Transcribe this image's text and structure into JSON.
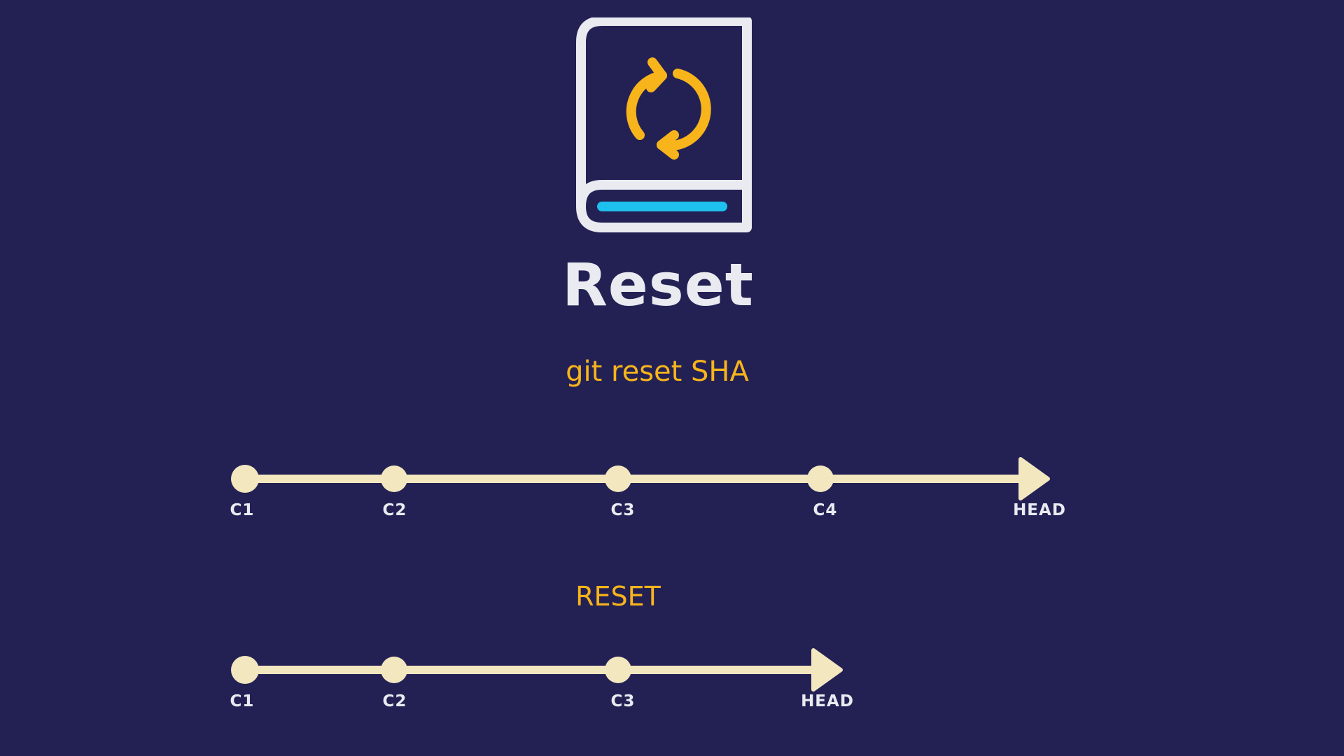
{
  "title": "Reset",
  "command": "git reset SHA",
  "action_label": "RESET",
  "icons": [
    "book-icon",
    "sync-arrows-icon"
  ],
  "colors": {
    "background": "#232154",
    "title": "#e9ebf1",
    "accent": "#f8b41b",
    "timeline": "#f3e7bf",
    "book_outline": "#e9ebf1",
    "book_bookmark": "#1ec0ee"
  },
  "timeline_before": {
    "commits": [
      "C1",
      "C2",
      "C3",
      "C4"
    ],
    "head_label": "HEAD"
  },
  "timeline_after": {
    "commits": [
      "C1",
      "C2",
      "C3"
    ],
    "head_label": "HEAD"
  }
}
